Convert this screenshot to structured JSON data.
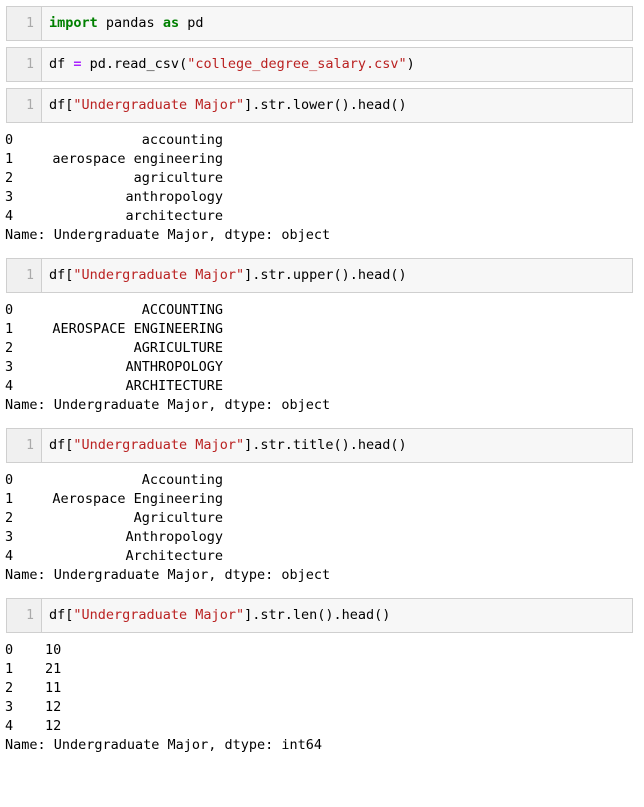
{
  "notebook": {
    "cells": [
      {
        "prompt_number": "1",
        "source": "import pandas as pd",
        "tokens": [
          {
            "t": "import",
            "c": "kw"
          },
          {
            "t": " pandas ",
            "c": "plain"
          },
          {
            "t": "as",
            "c": "kw"
          },
          {
            "t": " pd",
            "c": "plain"
          }
        ],
        "output": null
      },
      {
        "prompt_number": "1",
        "source": "df = pd.read_csv(\"college_degree_salary.csv\")",
        "tokens": [
          {
            "t": "df ",
            "c": "plain"
          },
          {
            "t": "=",
            "c": "op"
          },
          {
            "t": " pd.read_csv(",
            "c": "plain"
          },
          {
            "t": "\"college_degree_salary.csv\"",
            "c": "str"
          },
          {
            "t": ")",
            "c": "plain"
          }
        ],
        "output": null
      },
      {
        "prompt_number": "1",
        "source": "df[\"Undergraduate Major\"].str.lower().head()",
        "tokens": [
          {
            "t": "df[",
            "c": "plain"
          },
          {
            "t": "\"Undergraduate Major\"",
            "c": "str"
          },
          {
            "t": "].str.lower().head()",
            "c": "plain"
          }
        ],
        "output": {
          "align": "right",
          "rows": [
            {
              "index": "0",
              "value": "accounting"
            },
            {
              "index": "1",
              "value": "aerospace engineering"
            },
            {
              "index": "2",
              "value": "agriculture"
            },
            {
              "index": "3",
              "value": "anthropology"
            },
            {
              "index": "4",
              "value": "architecture"
            }
          ],
          "footer": "Name: Undergraduate Major, dtype: object"
        }
      },
      {
        "prompt_number": "1",
        "source": "df[\"Undergraduate Major\"].str.upper().head()",
        "tokens": [
          {
            "t": "df[",
            "c": "plain"
          },
          {
            "t": "\"Undergraduate Major\"",
            "c": "str"
          },
          {
            "t": "].str.upper().head()",
            "c": "plain"
          }
        ],
        "output": {
          "align": "right",
          "rows": [
            {
              "index": "0",
              "value": "ACCOUNTING"
            },
            {
              "index": "1",
              "value": "AEROSPACE ENGINEERING"
            },
            {
              "index": "2",
              "value": "AGRICULTURE"
            },
            {
              "index": "3",
              "value": "ANTHROPOLOGY"
            },
            {
              "index": "4",
              "value": "ARCHITECTURE"
            }
          ],
          "footer": "Name: Undergraduate Major, dtype: object"
        }
      },
      {
        "prompt_number": "1",
        "source": "df[\"Undergraduate Major\"].str.title().head()",
        "tokens": [
          {
            "t": "df[",
            "c": "plain"
          },
          {
            "t": "\"Undergraduate Major\"",
            "c": "str"
          },
          {
            "t": "].str.title().head()",
            "c": "plain"
          }
        ],
        "output": {
          "align": "right",
          "rows": [
            {
              "index": "0",
              "value": "Accounting"
            },
            {
              "index": "1",
              "value": "Aerospace Engineering"
            },
            {
              "index": "2",
              "value": "Agriculture"
            },
            {
              "index": "3",
              "value": "Anthropology"
            },
            {
              "index": "4",
              "value": "Architecture"
            }
          ],
          "footer": "Name: Undergraduate Major, dtype: object"
        }
      },
      {
        "prompt_number": "1",
        "source": "df[\"Undergraduate Major\"].str.len().head()",
        "tokens": [
          {
            "t": "df[",
            "c": "plain"
          },
          {
            "t": "\"Undergraduate Major\"",
            "c": "str"
          },
          {
            "t": "].str.len().head()",
            "c": "plain"
          }
        ],
        "output": {
          "align": "left",
          "rows": [
            {
              "index": "0",
              "value": "10"
            },
            {
              "index": "1",
              "value": "21"
            },
            {
              "index": "2",
              "value": "11"
            },
            {
              "index": "3",
              "value": "12"
            },
            {
              "index": "4",
              "value": "12"
            }
          ],
          "footer": "Name: Undergraduate Major, dtype: int64"
        }
      }
    ]
  },
  "colors": {
    "keyword": "#008000",
    "string": "#ba2121",
    "operator": "#aa22ff",
    "cell_background": "#f7f7f7",
    "cell_border": "#cfcfcf",
    "gutter_background": "#f0f0f0",
    "gutter_text": "#aaaaaa",
    "text": "#000000",
    "page_background": "#ffffff"
  }
}
